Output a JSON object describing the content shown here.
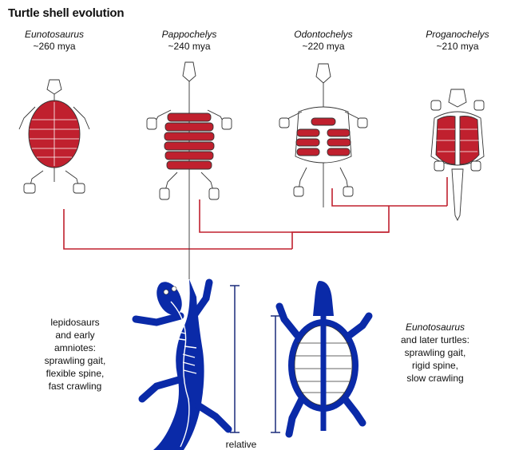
{
  "title": "Turtle shell evolution",
  "taxa": [
    {
      "name": "Eunotosaurus",
      "age": "~260 mya"
    },
    {
      "name": "Pappochelys",
      "age": "~240 mya"
    },
    {
      "name": "Odontochelys",
      "age": "~220 mya"
    },
    {
      "name": "Proganochelys",
      "age": "~210 mya"
    }
  ],
  "left_caption": [
    "lepidosaurs",
    "and early",
    "amniotes:",
    "sprawling gait,",
    "flexible spine,",
    "fast crawling"
  ],
  "right_caption": {
    "taxon": "Eunotosaurus",
    "lines": [
      "and later turtles:",
      "sprawling gait,",
      "rigid spine,",
      "slow crawling"
    ]
  },
  "bottom_label": "relative",
  "colors": {
    "shell_red": "#c0202e",
    "tree_red": "#c0202e",
    "body_blue": "#0a2aa8",
    "bone_outline": "#333333",
    "bar_navy": "#1a2c7a"
  }
}
